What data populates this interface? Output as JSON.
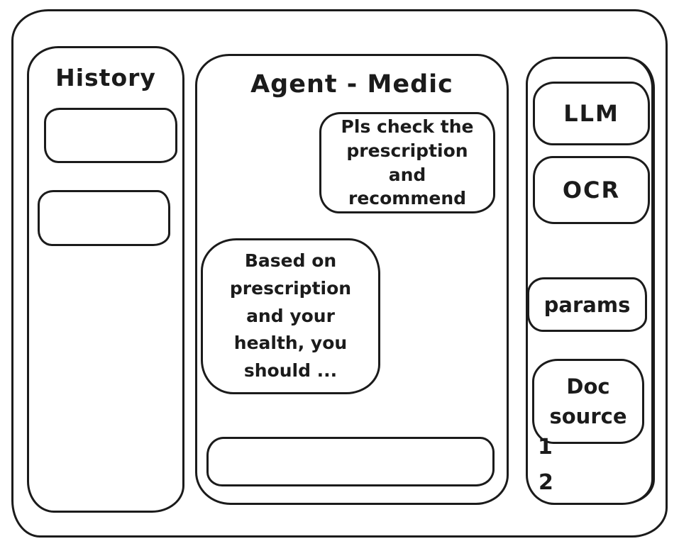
{
  "colors": {
    "ink": "#1b1b1b",
    "background": "#ffffff"
  },
  "history_panel": {
    "title": "History",
    "items": [
      {
        "label": ""
      },
      {
        "label": ""
      }
    ]
  },
  "chat": {
    "title": "Agent - Medic",
    "messages": [
      {
        "role": "user",
        "text": "Pls check the prescription and recommend"
      },
      {
        "role": "assistant",
        "text": "Based on prescription and your health, you should ..."
      }
    ],
    "input_value": ""
  },
  "tools_panel": {
    "buttons": [
      {
        "id": "llm",
        "label": "LLM"
      },
      {
        "id": "ocr",
        "label": "OCR"
      },
      {
        "id": "params",
        "label": "params"
      },
      {
        "id": "doc_source",
        "label": "Doc source"
      }
    ],
    "doc_source_items": [
      "1",
      "2"
    ]
  }
}
